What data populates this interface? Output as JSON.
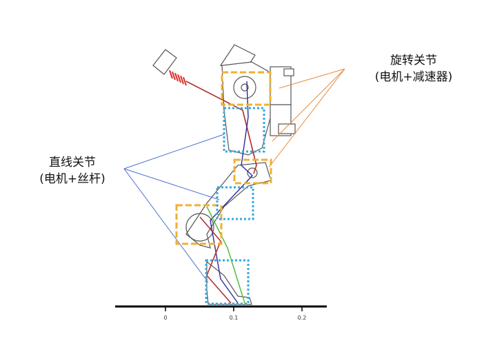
{
  "labels": {
    "rotary_joint": {
      "title": "旋转关节",
      "subtitle": "(电机+减速器)"
    },
    "linear_joint": {
      "title": "直线关节",
      "subtitle": "(电机+丝杆)"
    }
  },
  "axis": {
    "ticks": [
      "0",
      "0.1",
      "0.2"
    ]
  },
  "colors": {
    "rotary_box": "#f0b030",
    "linear_box": "#35a8e0",
    "rotary_leader": "#e8883a",
    "linear_leader": "#4a6fd0",
    "spring": "#d9302a"
  }
}
